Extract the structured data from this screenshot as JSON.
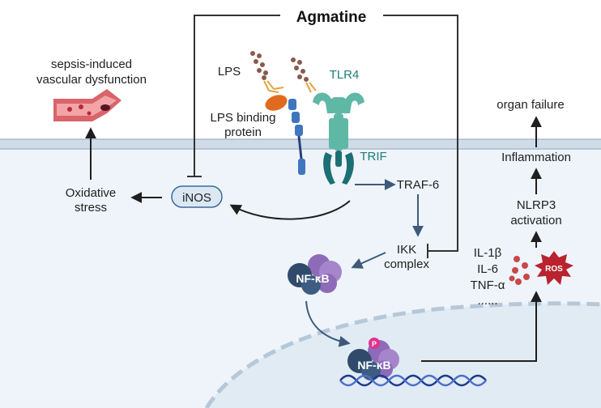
{
  "title": "Agmatine",
  "colors": {
    "membrane": "#cfdbe6",
    "cytoplasm": "#eef4fa",
    "nucleus": "#e1ebf4",
    "receptor": "#5fb7a6",
    "trif": "#1c6f74",
    "arrow": "#1f1f1f",
    "inhibit_line": "#333333",
    "nfkb_dark": "#2f4a6b",
    "nfkb_purple": "#8e6bb8",
    "ros": "#b8232f",
    "cytokine_dots": "#c84848",
    "dna": "#1c3b8c",
    "vessel": "#d9646a",
    "lps_chain": "#8a5a4e",
    "lps_lipid": "#e3a23b",
    "phospho": "#e0338c"
  },
  "labels": {
    "sepsis": [
      "sepsis-induced",
      "vascular dysfunction"
    ],
    "lps": "LPS",
    "lbp": [
      "LPS binding",
      "protein"
    ],
    "tlr4": "TLR4",
    "trif": "TRIF",
    "traf6": "TRAF-6",
    "inos": "iNOS",
    "oxidative": [
      "Oxidative",
      "stress"
    ],
    "ikk": [
      "IKK",
      "complex"
    ],
    "nfkb": "NF-κB",
    "nfkb_nuclear": "NF-κB",
    "phospho": "P",
    "cytokines": [
      "IL-1β",
      "IL-6",
      "TNF-α",
      "......"
    ],
    "ros": "ROS",
    "nlrp3": [
      "NLRP3",
      "activation"
    ],
    "inflammation": "Inflammation",
    "organ_failure": "organ failure"
  }
}
